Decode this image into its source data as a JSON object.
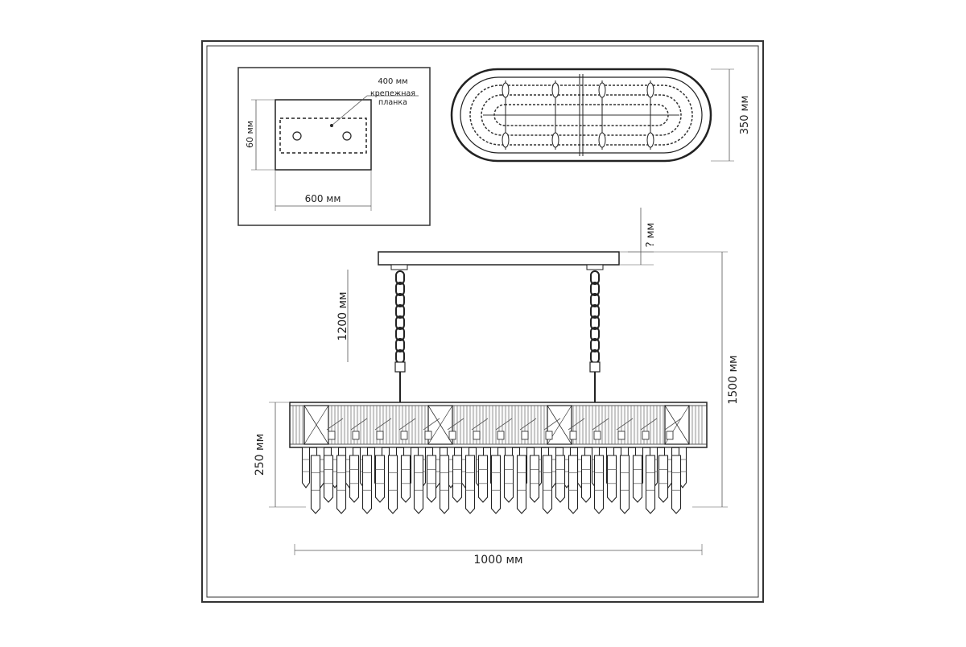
{
  "mount_plate": {
    "width_label": "600 мм",
    "height_label": "60 мм",
    "plate_size_label": "400 мм",
    "plate_name_line1": "крепежная",
    "plate_name_line2": "планка"
  },
  "top_view": {
    "depth_label": "350 мм"
  },
  "front_view": {
    "ceiling_gap_label": "? мм",
    "chain_length_label": "1200 мм",
    "total_height_label": "1500 мм",
    "body_height_label": "250 мм",
    "width_label": "1000 мм"
  },
  "colors": {
    "line": "#222222",
    "dim_line": "#555555",
    "frame": "#333333"
  }
}
